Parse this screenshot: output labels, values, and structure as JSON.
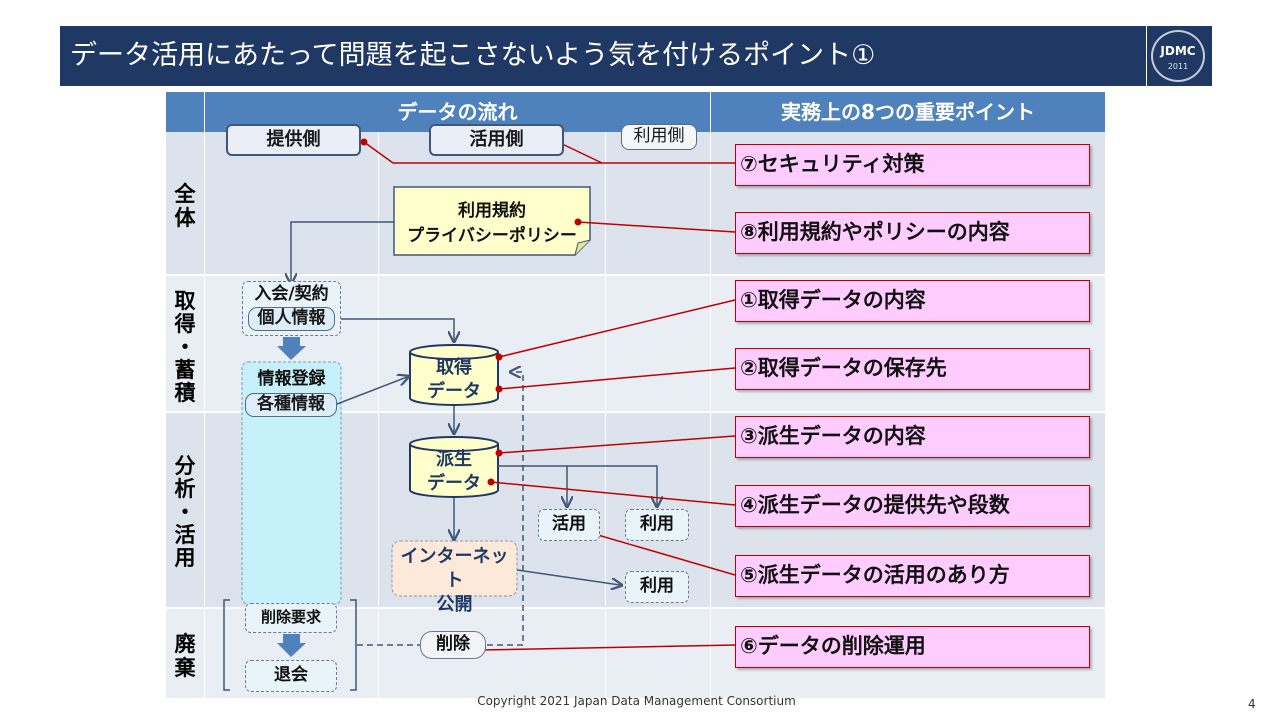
{
  "title": "データ活用にあたって問題を起こさないよう気を付けるポイント①",
  "logo": {
    "text": "JDMC",
    "year": "2011"
  },
  "headers": {
    "flow": "データの流れ",
    "points": "実務上の8つの重要ポイント"
  },
  "rows": {
    "overall": "全\n体",
    "acquire": "取\n得\n・\n蓄\n積",
    "analyze": "分\n析\n・\n活\n用",
    "dispose": "廃\n棄"
  },
  "sides": {
    "provider": "提供側",
    "user_side": "活用側",
    "use_side": "利用側"
  },
  "terms": "利用規約\nプライバシーポリシー",
  "nodes": {
    "join": "入会/契約",
    "personal": "個人情報",
    "register": "情報登録",
    "various": "各種情報",
    "acquired": "取得\nデータ",
    "derived": "派生\nデータ",
    "internet": "インターネット\n公開",
    "katsuyo": "活用",
    "riyo1": "利用",
    "riyo2": "利用",
    "delete_req": "削除要求",
    "leave": "退会",
    "delete": "削除"
  },
  "points": [
    "⑦セキュリティ対策",
    "⑧利用規約やポリシーの内容",
    "①取得データの内容",
    "②取得データの保存先",
    "③派生データの内容",
    "④派生データの提供先や段数",
    "⑤派生データの活用のあり方",
    "⑥データの削除運用"
  ],
  "footer": "Copyright 2021 Japan Data Management Consortium",
  "page": "4",
  "colors": {
    "title_bg": "#1f3864",
    "header_bg": "#4f81bd",
    "point_bg": "#ffccff",
    "point_border": "#c00000",
    "band_a": "#dde4ee",
    "band_b": "#e9edf4"
  }
}
